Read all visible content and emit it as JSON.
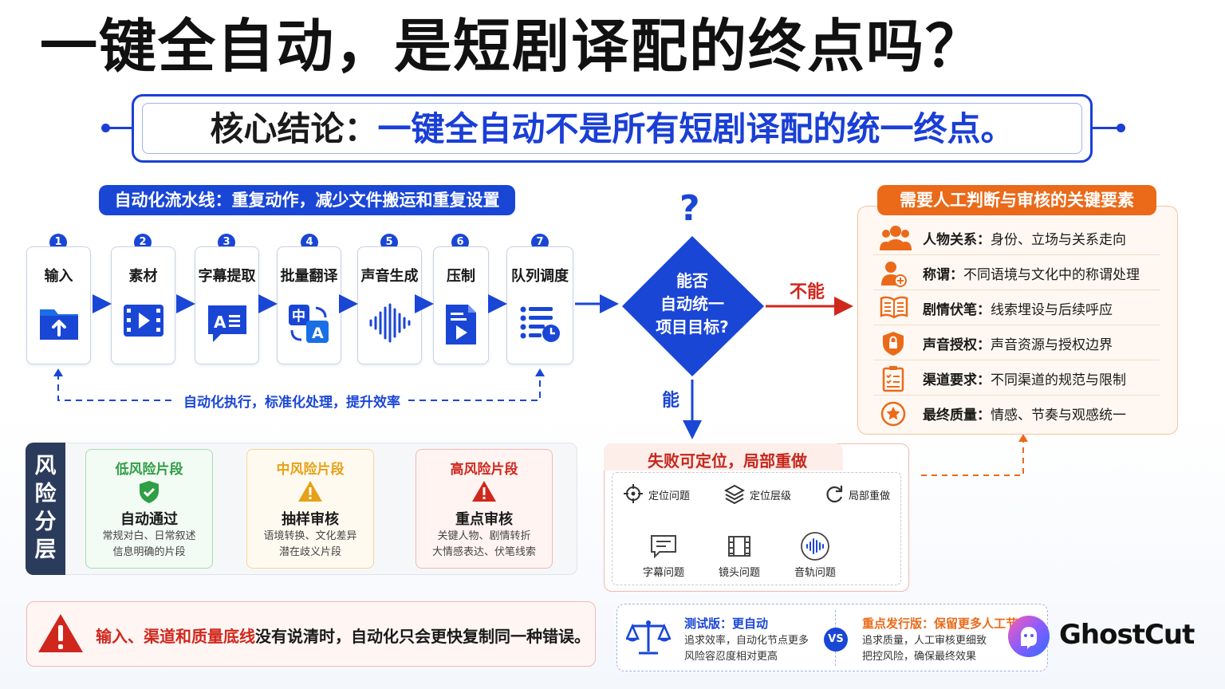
{
  "title": "一键全自动，是短剧译配的终点吗？",
  "banner": {
    "key": "核心结论：",
    "value": "一键全自动不是所有短剧译配的统一终点。"
  },
  "pipeline": {
    "title": "自动化流水线：重复动作，减少文件搬运和重复设置",
    "steps": [
      {
        "num": "1",
        "label": "输入",
        "icon": "folder-upload-icon"
      },
      {
        "num": "2",
        "label": "素材",
        "icon": "video-film-icon"
      },
      {
        "num": "3",
        "label": "字幕提取",
        "icon": "subtitle-text-icon"
      },
      {
        "num": "4",
        "label": "批量翻译",
        "icon": "translate-icon"
      },
      {
        "num": "5",
        "label": "声音生成",
        "icon": "soundwave-icon"
      },
      {
        "num": "6",
        "label": "压制",
        "icon": "video-file-icon"
      },
      {
        "num": "7",
        "label": "队列调度",
        "icon": "queue-schedule-icon"
      }
    ],
    "loop_caption": "自动化执行，标准化处理，提升效率"
  },
  "decision": {
    "question_mark": "?",
    "text": [
      "能否",
      "自动统一",
      "项目目标?"
    ],
    "no_label": "不能",
    "yes_label": "能"
  },
  "factors": {
    "title": "需要人工判断与审核的关键要素",
    "items": [
      {
        "key": "人物关系：",
        "value": "身份、立场与关系走向",
        "icon": "people-icon"
      },
      {
        "key": "称谓：",
        "value": "不同语境与文化中的称谓处理",
        "icon": "user-add-icon"
      },
      {
        "key": "剧情伏笔：",
        "value": "线索埋设与后续呼应",
        "icon": "book-icon"
      },
      {
        "key": "声音授权：",
        "value": "声音资源与授权边界",
        "icon": "shield-lock-icon"
      },
      {
        "key": "渠道要求：",
        "value": "不同渠道的规范与限制",
        "icon": "checklist-icon"
      },
      {
        "key": "最终质量：",
        "value": "情感、节奏与观感统一",
        "icon": "star-badge-icon"
      }
    ]
  },
  "fail_panel": {
    "title": "失败可定位，局部重做",
    "steps": [
      "定位问题",
      "定位层级",
      "局部重做"
    ],
    "issues": [
      "字幕问题",
      "镜头问题",
      "音轨问题"
    ]
  },
  "risk": {
    "side_label": [
      "风",
      "险",
      "分",
      "层"
    ],
    "levels": [
      {
        "title": "低风险片段",
        "action": "自动通过",
        "desc": [
          "常规对白、日常叙述",
          "信息明确的片段"
        ],
        "color": "#2f9e44"
      },
      {
        "title": "中风险片段",
        "action": "抽样审核",
        "desc": [
          "语境转换、文化差异",
          "潜在歧义片段"
        ],
        "color": "#e6a117"
      },
      {
        "title": "高风险片段",
        "action": "重点审核",
        "desc": [
          "关键人物、剧情转折",
          "大情感表达、伏笔线索"
        ],
        "color": "#d0271d"
      }
    ]
  },
  "warning": {
    "highlight": "输入、渠道和质量底线",
    "rest": "没有说清时，自动化只会更快复制同一种错误。"
  },
  "compare": {
    "left_title": "测试版：更自动",
    "left_desc": [
      "追求效率，自动化节点更多",
      "风险容忍度相对更高"
    ],
    "vs": "VS",
    "right_title": "重点发行版：保留更多人工节",
    "right_desc": [
      "追求质量，人工审核更细致",
      "把控风险，确保最终效果"
    ]
  },
  "brand": {
    "name": "GhostCut"
  },
  "colors": {
    "blue": "#1a46d6",
    "orange": "#ea6a1a",
    "red": "#d0271d",
    "green": "#2f9e44",
    "amber": "#e6a117"
  }
}
